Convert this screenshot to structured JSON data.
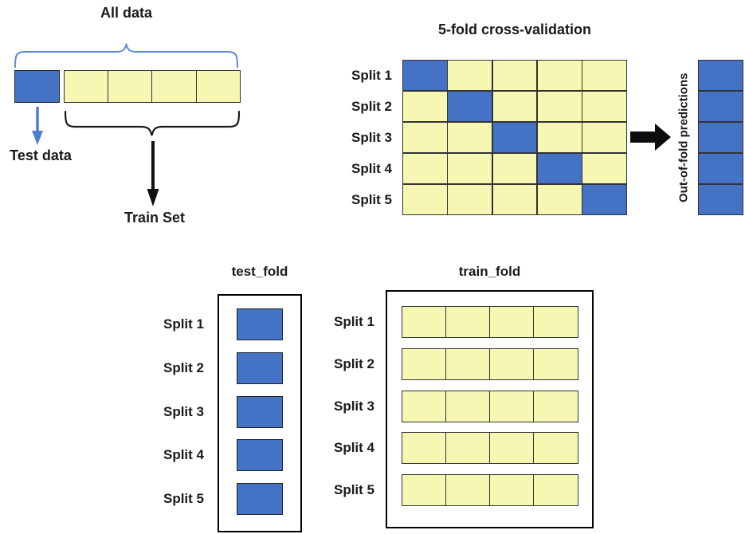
{
  "colors": {
    "blue": "#4472C4",
    "yellow": "#F5F7B3",
    "grid_line": "#333333",
    "text": "#1a1a1a",
    "brace_blue": "#5B8BD5",
    "arrow_blue": "#4E7CD0",
    "arrow_black": "#111111"
  },
  "all_data_section": {
    "title": "All data",
    "test_cells": 1,
    "train_cells": 4,
    "test_arrow_label": "Test data",
    "train_brace_label": "Train Set"
  },
  "cv_section": {
    "title": "5-fold cross-validation",
    "split_labels": [
      "Split 1",
      "Split 2",
      "Split 3",
      "Split 4",
      "Split 5"
    ],
    "grid_rows": 5,
    "grid_cols": 5,
    "grid": [
      [
        1,
        0,
        0,
        0,
        0
      ],
      [
        0,
        1,
        0,
        0,
        0
      ],
      [
        0,
        0,
        1,
        0,
        0
      ],
      [
        0,
        0,
        0,
        1,
        0
      ],
      [
        0,
        0,
        0,
        0,
        1
      ]
    ],
    "oof_label": "Out-of-fold predictions",
    "oof_cells": 5
  },
  "test_fold_section": {
    "title": "test_fold",
    "split_labels": [
      "Split 1",
      "Split 2",
      "Split 3",
      "Split 4",
      "Split 5"
    ],
    "boxes": 5
  },
  "train_fold_section": {
    "title": "train_fold",
    "split_labels": [
      "Split 1",
      "Split 2",
      "Split 3",
      "Split 4",
      "Split 5"
    ],
    "rows": 5,
    "cols_per_row": 4
  }
}
